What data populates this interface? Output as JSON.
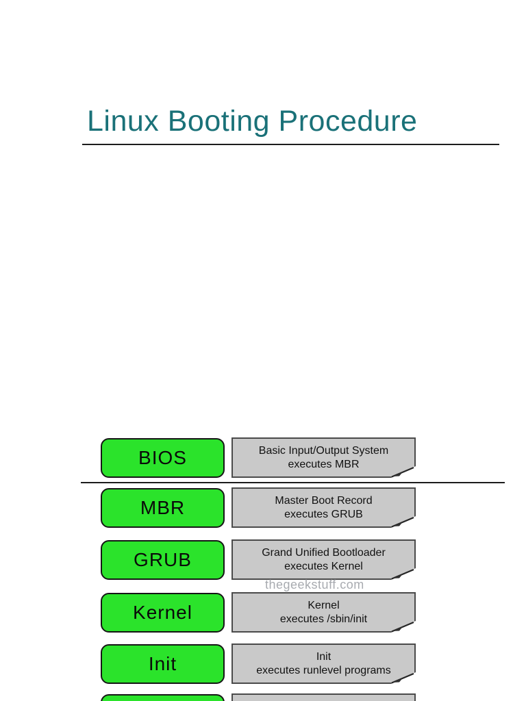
{
  "title": {
    "text": "Linux Booting Procedure",
    "color": "#1A7178"
  },
  "watermark": {
    "text": "thegeekstuff.com",
    "color": "#A8ABB0"
  },
  "colors": {
    "page_background": "#FFFFFF",
    "step_box_fill": "#2BE32B",
    "step_box_border": "#151515",
    "desc_box_fill": "#C9C9C9",
    "desc_box_border": "#4A4A4A",
    "rule_line": "#1C1C1C",
    "step_text": "#0A0A0A",
    "desc_text": "#111111"
  },
  "rows": [
    {
      "label": "BIOS",
      "desc_line1": "Basic Input/Output System",
      "desc_line2": "executes MBR"
    },
    {
      "label": "MBR",
      "desc_line1": "Master Boot Record",
      "desc_line2": "executes GRUB"
    },
    {
      "label": "GRUB",
      "desc_line1": "Grand Unified Bootloader",
      "desc_line2": "executes Kernel"
    },
    {
      "label": "Kernel",
      "desc_line1": "Kernel",
      "desc_line2": "executes /sbin/init"
    },
    {
      "label": "Init",
      "desc_line1": "Init",
      "desc_line2": "executes runlevel programs"
    },
    {
      "label": "",
      "desc_line1": "",
      "desc_line2": ""
    }
  ]
}
